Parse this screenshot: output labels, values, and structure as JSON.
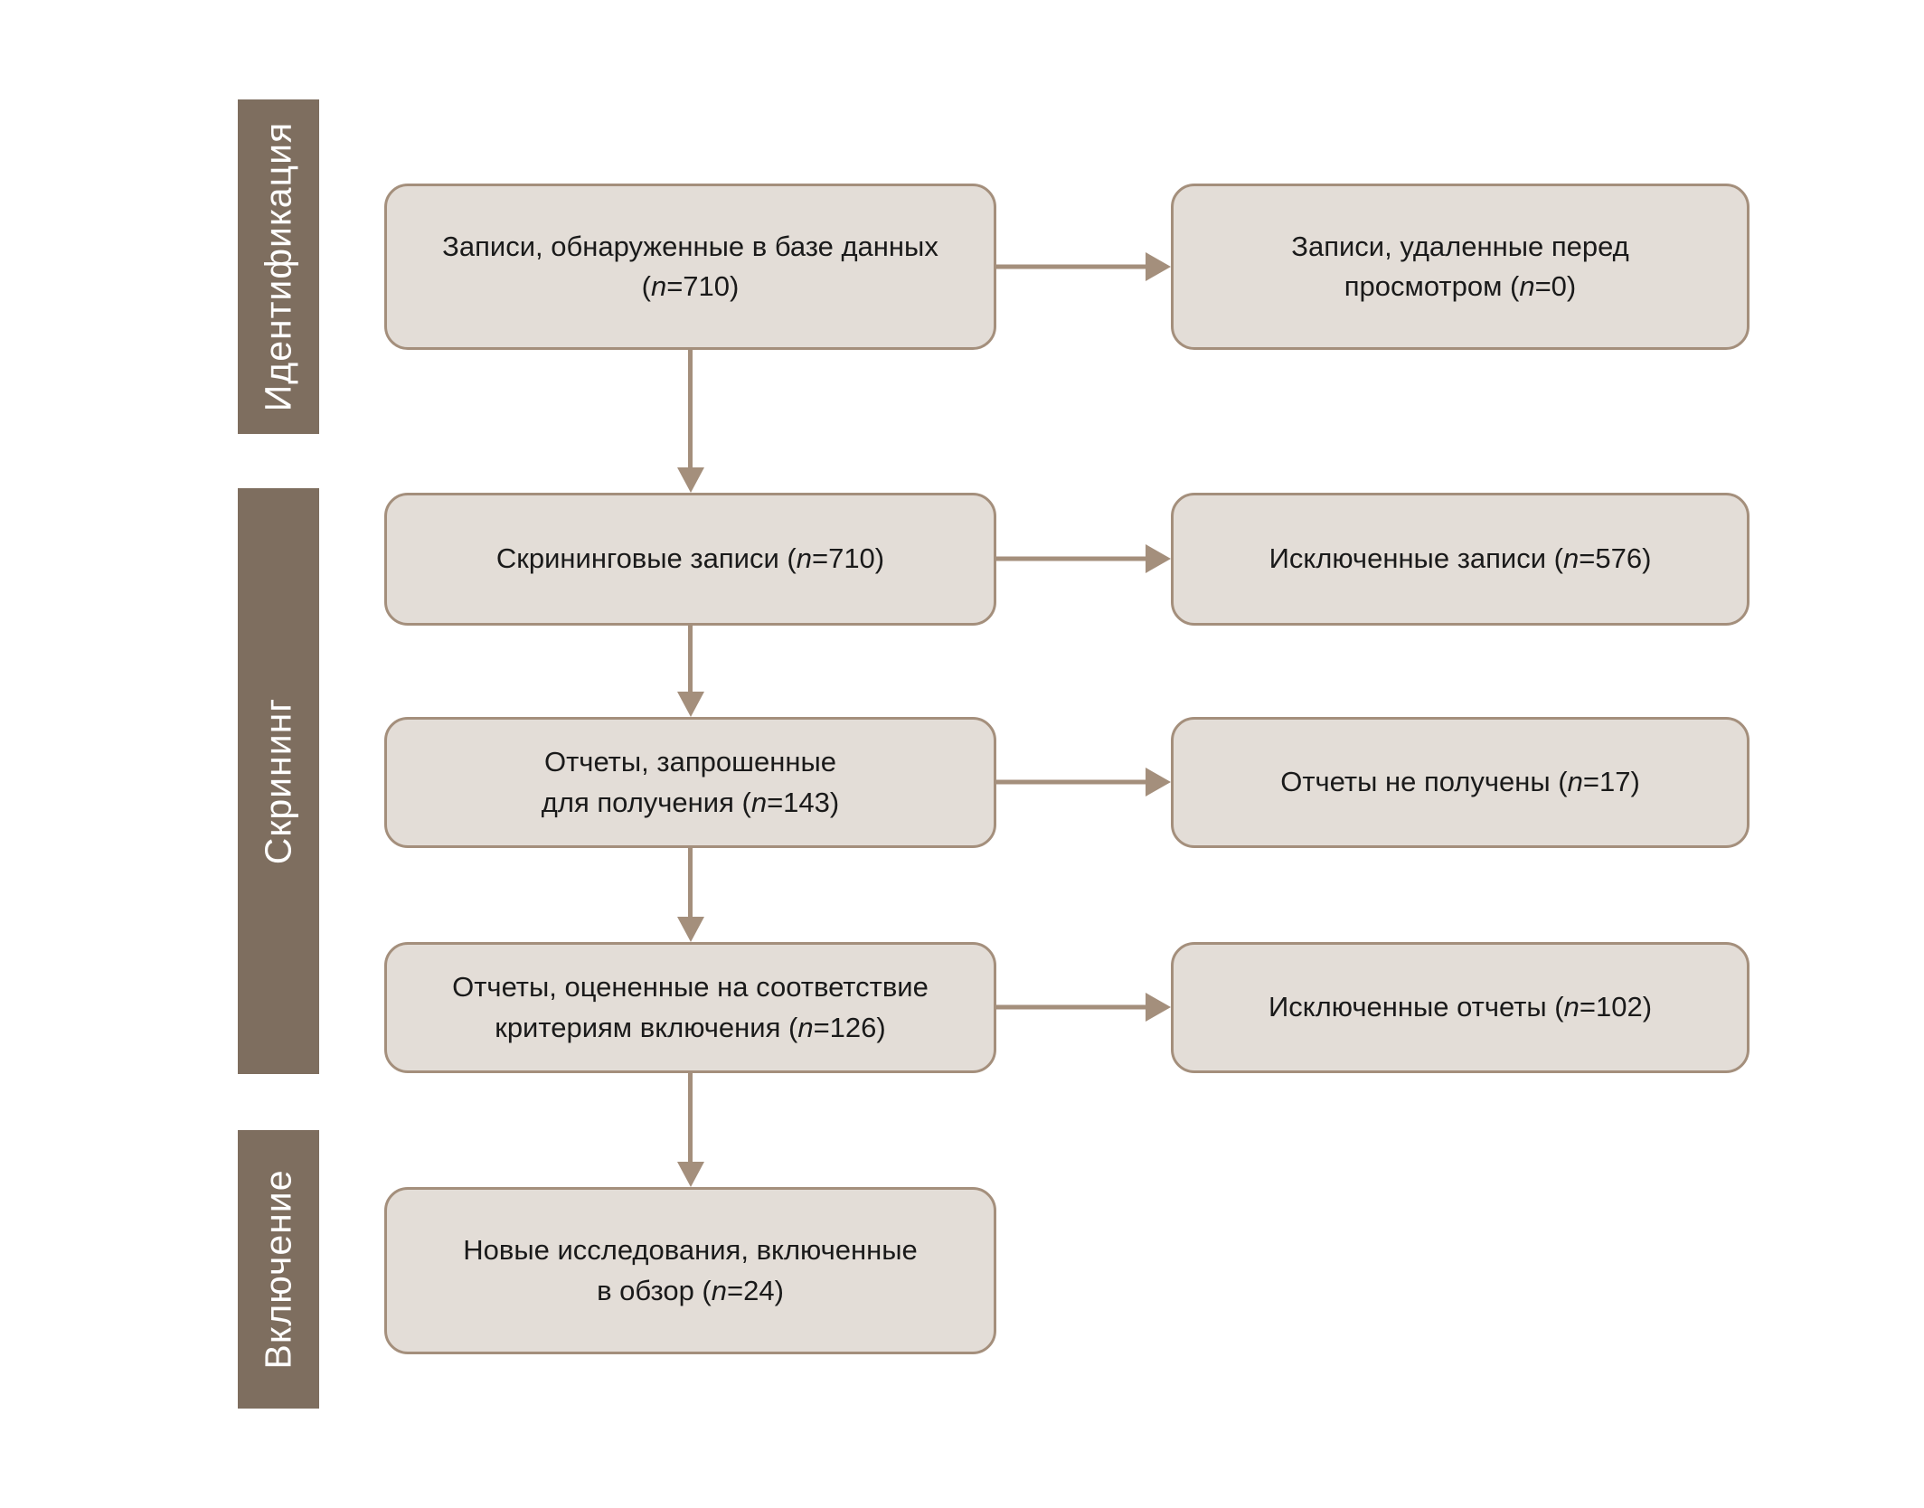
{
  "diagram": {
    "kind": "prisma-flow",
    "language": "ru",
    "stages": [
      {
        "id": "identification",
        "label": "Идентификация"
      },
      {
        "id": "screening",
        "label": "Скрининг"
      },
      {
        "id": "inclusion",
        "label": "Включение"
      }
    ],
    "boxes": {
      "records_identified": {
        "text": "Записи, обнаруженные в базе данных\n(n=710)",
        "n": 710
      },
      "records_removed": {
        "text": "Записи, удаленные перед\nпросмотром (n=0)",
        "n": 0
      },
      "records_screened": {
        "text": "Скрининговые записи (n=710)",
        "n": 710
      },
      "records_excluded": {
        "text": "Исключенные записи (n=576)",
        "n": 576
      },
      "reports_sought": {
        "text": "Отчеты, запрошенные\nдля получения (n=143)",
        "n": 143
      },
      "reports_not_retrieved": {
        "text": "Отчеты не получены (n=17)",
        "n": 17
      },
      "reports_assessed": {
        "text": "Отчеты, оцененные на соответствие\nкритериям включения (n=126)",
        "n": 126
      },
      "reports_excluded": {
        "text": "Исключенные отчеты (n=102)",
        "n": 102
      },
      "studies_included": {
        "text": "Новые исследования, включенные\nв обзор (n=24)",
        "n": 24
      }
    },
    "colors": {
      "stage_bar": "#7e6e5f",
      "stage_text": "#ffffff",
      "box_fill": "#e3ddd7",
      "box_border": "#a48f7c",
      "arrow": "#a48f7c",
      "text": "#1a1a1a",
      "background": "#ffffff"
    }
  }
}
